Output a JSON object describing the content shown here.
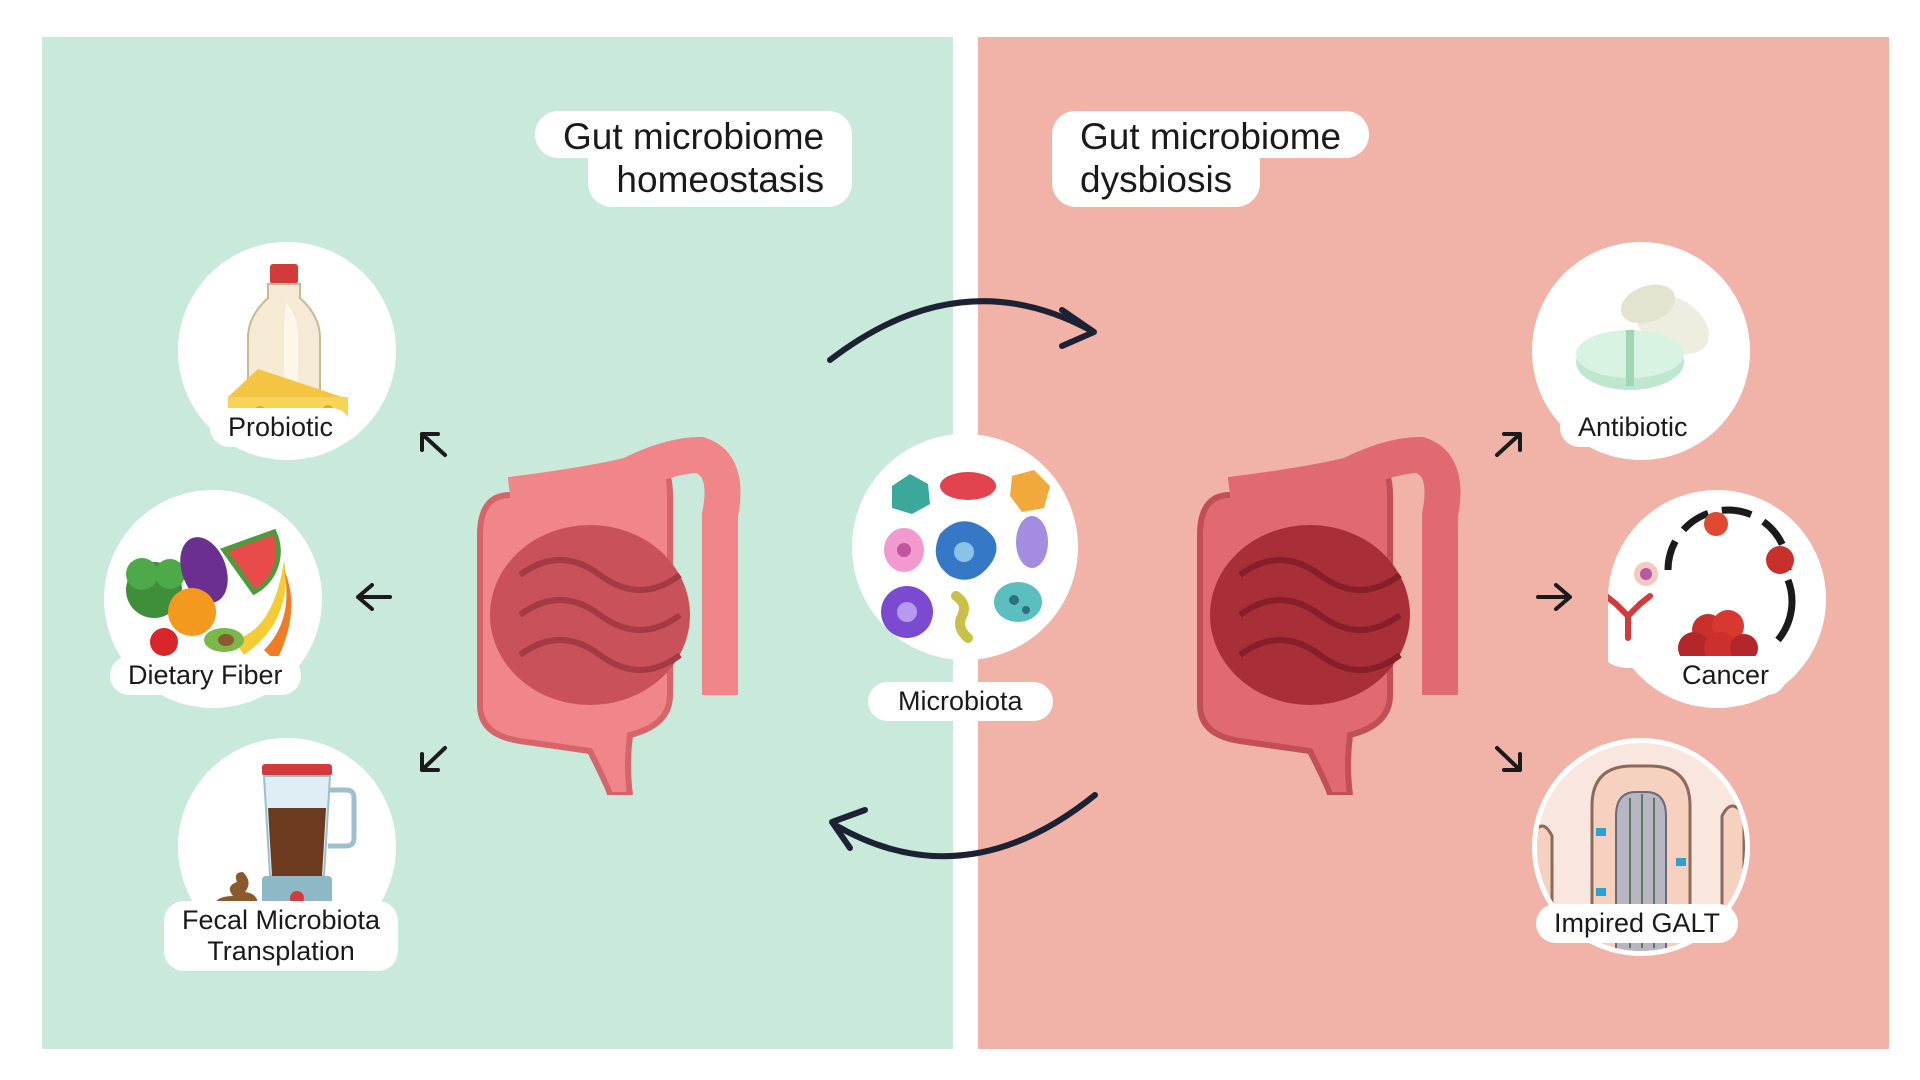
{
  "titles": {
    "left": [
      "Gut microbiome",
      "homeostasis"
    ],
    "right": [
      "Gut microbiome",
      "dysbiosis"
    ]
  },
  "factors_left": [
    {
      "label": "Probiotic",
      "icon": "milk-cheese-icon"
    },
    {
      "label": "Dietary Fiber",
      "icon": "fruits-vegetables-icon"
    },
    {
      "label_lines": [
        "Fecal Microbiota",
        "Transplation"
      ],
      "icon": "blender-icon"
    }
  ],
  "center": {
    "label": "Microbiota",
    "icon": "microbes-icon"
  },
  "factors_right": [
    {
      "label": "Antibiotic",
      "icon": "pills-icon"
    },
    {
      "label": "Cancer",
      "icon": "cancer-cells-icon"
    },
    {
      "label": "Impired GALT",
      "icon": "intestinal-villus-icon"
    }
  ],
  "colors": {
    "homeostasis_bg": "#c9eada",
    "dysbiosis_bg": "#f1b3a8",
    "arrow": "#1c2233"
  }
}
